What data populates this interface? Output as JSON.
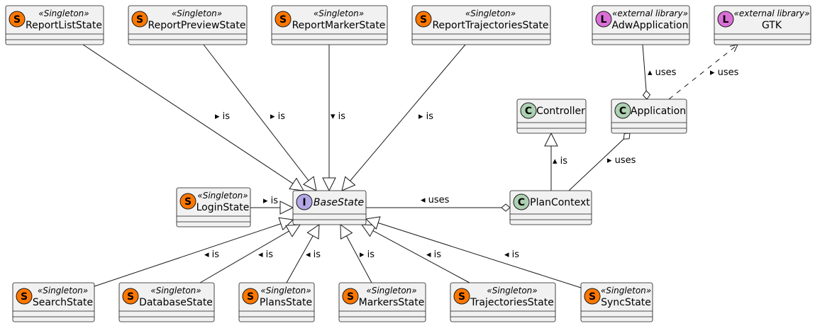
{
  "colors": {
    "singleton_badge": "#FF7700",
    "class_badge": "#ADD1B2",
    "library_badge": "#DA70D6",
    "interface_badge": "#B4A7E5",
    "box_fill": "#F1F1F1",
    "stroke": "#181818"
  },
  "nodes": [
    {
      "id": "report-list-state",
      "kind": "singleton",
      "badge": "S",
      "stereotype": "«Singleton»",
      "name": "ReportListState"
    },
    {
      "id": "report-preview-state",
      "kind": "singleton",
      "badge": "S",
      "stereotype": "«Singleton»",
      "name": "ReportPreviewState"
    },
    {
      "id": "report-marker-state",
      "kind": "singleton",
      "badge": "S",
      "stereotype": "«Singleton»",
      "name": "ReportMarkerState"
    },
    {
      "id": "report-trajectories-state",
      "kind": "singleton",
      "badge": "S",
      "stereotype": "«Singleton»",
      "name": "ReportTrajectoriesState"
    },
    {
      "id": "adw-application",
      "kind": "library",
      "badge": "L",
      "stereotype": "«external library»",
      "name": "AdwApplication"
    },
    {
      "id": "gtk",
      "kind": "library",
      "badge": "L",
      "stereotype": "«external library»",
      "name": "GTK"
    },
    {
      "id": "controller",
      "kind": "class",
      "badge": "C",
      "stereotype": "",
      "name": "Controller"
    },
    {
      "id": "application",
      "kind": "class",
      "badge": "C",
      "stereotype": "",
      "name": "Application"
    },
    {
      "id": "login-state",
      "kind": "singleton",
      "badge": "S",
      "stereotype": "«Singleton»",
      "name": "LoginState"
    },
    {
      "id": "base-state",
      "kind": "interface",
      "badge": "I",
      "stereotype": "",
      "name": "BaseState"
    },
    {
      "id": "plan-context",
      "kind": "class",
      "badge": "C",
      "stereotype": "",
      "name": "PlanContext"
    },
    {
      "id": "search-state",
      "kind": "singleton",
      "badge": "S",
      "stereotype": "«Singleton»",
      "name": "SearchState"
    },
    {
      "id": "database-state",
      "kind": "singleton",
      "badge": "S",
      "stereotype": "«Singleton»",
      "name": "DatabaseState"
    },
    {
      "id": "plans-state",
      "kind": "singleton",
      "badge": "S",
      "stereotype": "«Singleton»",
      "name": "PlansState"
    },
    {
      "id": "markers-state",
      "kind": "singleton",
      "badge": "S",
      "stereotype": "«Singleton»",
      "name": "MarkersState"
    },
    {
      "id": "trajectories-state",
      "kind": "singleton",
      "badge": "S",
      "stereotype": "«Singleton»",
      "name": "TrajectoriesState"
    },
    {
      "id": "sync-state",
      "kind": "singleton",
      "badge": "S",
      "stereotype": "«Singleton»",
      "name": "SyncState"
    }
  ],
  "relations": [
    {
      "from": "report-list-state",
      "to": "base-state",
      "type": "inheritance",
      "label": "▸ is"
    },
    {
      "from": "report-preview-state",
      "to": "base-state",
      "type": "inheritance",
      "label": "▸ is"
    },
    {
      "from": "report-marker-state",
      "to": "base-state",
      "type": "inheritance",
      "label": "▾ is"
    },
    {
      "from": "report-trajectories-state",
      "to": "base-state",
      "type": "inheritance",
      "label": "▸ is"
    },
    {
      "from": "login-state",
      "to": "base-state",
      "type": "inheritance",
      "label": "▸ is"
    },
    {
      "from": "search-state",
      "to": "base-state",
      "type": "inheritance",
      "label": "◂ is"
    },
    {
      "from": "database-state",
      "to": "base-state",
      "type": "inheritance",
      "label": "◂ is"
    },
    {
      "from": "plans-state",
      "to": "base-state",
      "type": "inheritance",
      "label": "◂ is"
    },
    {
      "from": "markers-state",
      "to": "base-state",
      "type": "inheritance",
      "label": "▸ is"
    },
    {
      "from": "trajectories-state",
      "to": "base-state",
      "type": "inheritance",
      "label": "◂ is"
    },
    {
      "from": "sync-state",
      "to": "base-state",
      "type": "inheritance",
      "label": "◂ is"
    },
    {
      "from": "plan-context",
      "to": "controller",
      "type": "inheritance",
      "label": "▴ is"
    },
    {
      "from": "base-state",
      "to": "plan-context",
      "type": "aggregation",
      "label": "◂ uses"
    },
    {
      "from": "plan-context",
      "to": "application",
      "type": "aggregation",
      "label": "▸ uses"
    },
    {
      "from": "adw-application",
      "to": "application",
      "type": "aggregation",
      "label": "▴ uses"
    },
    {
      "from": "application",
      "to": "gtk",
      "type": "dependency",
      "label": "▸ uses"
    }
  ]
}
